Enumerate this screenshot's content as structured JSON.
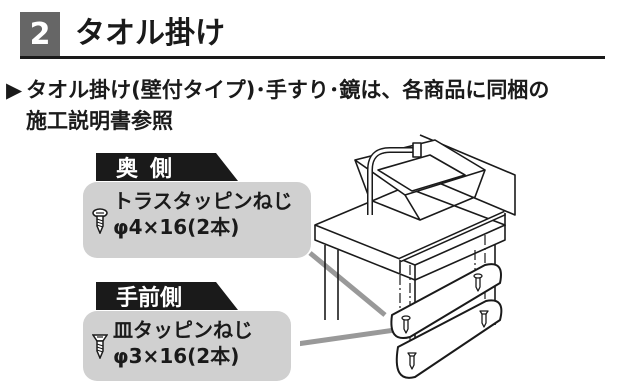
{
  "header": {
    "step_number": "2",
    "title": "タオル掛け"
  },
  "note": {
    "bullet": "▶",
    "line1": "タオル掛け(壁付タイプ)･手すり･鏡は、各商品に同梱の",
    "line2": "施工説明書参照"
  },
  "back_side": {
    "label": "奥側",
    "screw_name": "トラスタッピンねじ",
    "screw_spec": "φ4×16(2本)"
  },
  "front_side": {
    "label": "手前側",
    "screw_name": "皿タッピンねじ",
    "screw_spec": "φ3×16(2本)"
  },
  "icons": [
    "screw-icon",
    "washbasin-illustration"
  ],
  "colors": {
    "badge": "#666666",
    "tab": "#1a1a1a",
    "box": "#d0d0d0"
  }
}
